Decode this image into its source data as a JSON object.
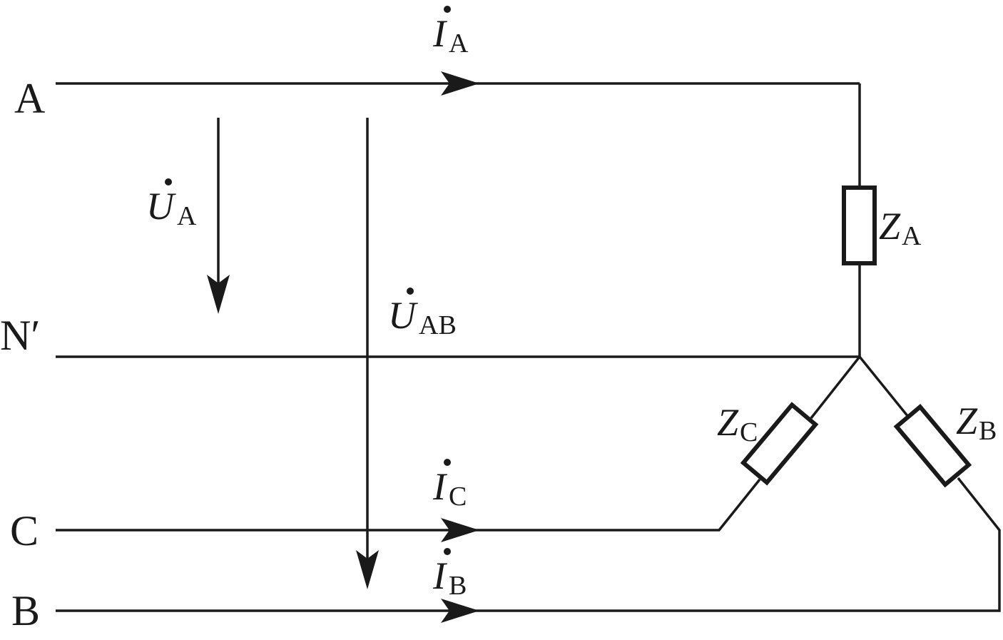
{
  "terminals": {
    "a": "A",
    "n": "N′",
    "c": "C",
    "b": "B"
  },
  "currents": {
    "ia": {
      "symbol": "I",
      "sub": "A"
    },
    "ic": {
      "symbol": "I",
      "sub": "C"
    },
    "ib": {
      "symbol": "I",
      "sub": "B"
    }
  },
  "voltages": {
    "ua": {
      "symbol": "U",
      "sub": "A"
    },
    "uab": {
      "symbol": "U",
      "sub": "AB"
    }
  },
  "impedances": {
    "za": {
      "symbol": "Z",
      "sub": "A"
    },
    "zb": {
      "symbol": "Z",
      "sub": "B"
    },
    "zc": {
      "symbol": "Z",
      "sub": "C"
    }
  },
  "colors": {
    "ink": "#1a1a1a",
    "background": "#ffffff"
  }
}
